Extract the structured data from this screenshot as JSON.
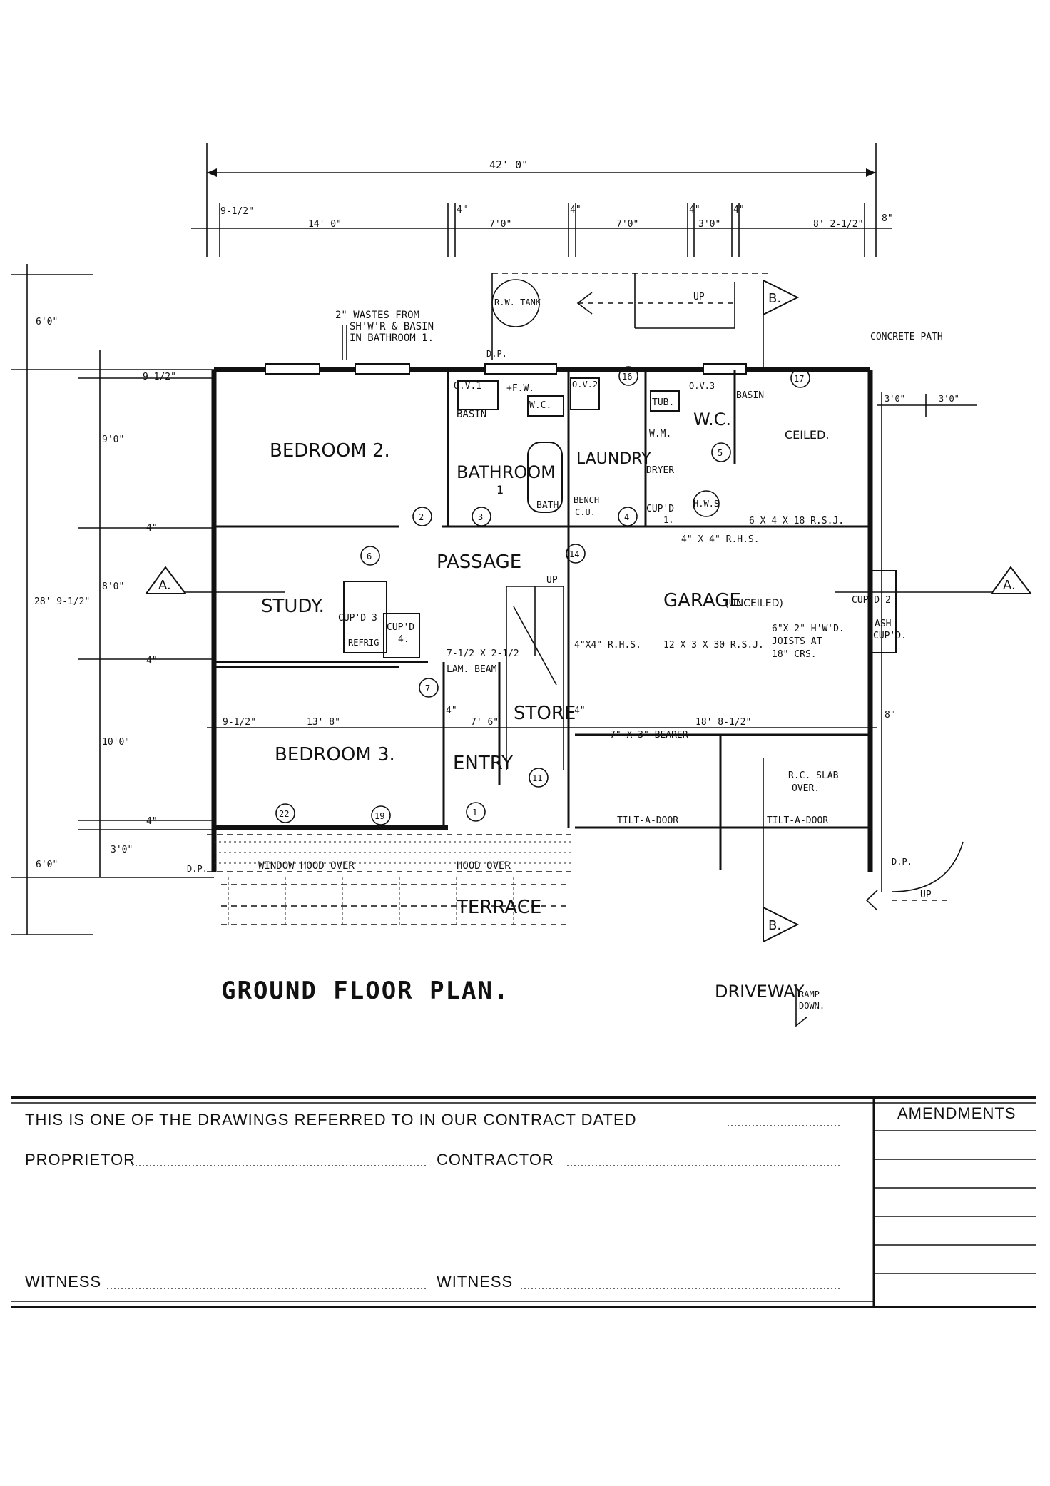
{
  "dimensions": {
    "overall_width": "42' 0\"",
    "top_segments": [
      "9-1/2\"",
      "14' 0\"",
      "4\"",
      "7'0\"",
      "4\"",
      "7'0\"",
      "4\"",
      "3'0\"",
      "4\"",
      "8' 2-1/2\"",
      "8\""
    ],
    "left_segments": [
      "6'0\"",
      "9-1/2\"",
      "9'0\"",
      "4\"",
      "8'0\"",
      "28' 9-1/2\"",
      "4\"",
      "10'0\"",
      "4\"",
      "3'0\"",
      "6'0\""
    ],
    "right_segments": [
      "3'0\"",
      "3'0\""
    ],
    "bedroom3_row": [
      "9-1/2\"",
      "13' 8\"",
      "4\"",
      "7' 6\"",
      "4\"",
      "18' 8-1/2\"",
      "8\""
    ]
  },
  "rooms": {
    "bedroom2": "BEDROOM 2.",
    "bathroom": "BATHROOM",
    "bathroom_num": "1",
    "laundry": "LAUNDRY",
    "wc": "W.C.",
    "wc2": "W.C.",
    "ceiled": "CEILED.",
    "passage": "PASSAGE",
    "study": "STUDY.",
    "garage": "GARAGE",
    "garage_note": "(UNCEILED)",
    "bedroom3": "BEDROOM 3.",
    "entry": "ENTRY",
    "store": "STORE",
    "terrace": "TERRACE"
  },
  "fixtures": {
    "rw_tank": "R.W. TANK",
    "up_top": "UP",
    "up_stair": "UP",
    "up_right": "UP",
    "concrete_path": "CONCRETE PATH",
    "wastes_note": [
      "2\" WASTES FROM",
      "SH'W'R & BASIN",
      "IN BATHROOM 1."
    ],
    "dp": "D.P.",
    "ov1": "O.V.1",
    "fw": "+F.W.",
    "wc_pan": "W.C.",
    "basin": "BASIN",
    "ov2": "O.V.2",
    "ov3": "O.V.3",
    "basin2": "BASIN",
    "bath": "BATH",
    "bench": "BENCH",
    "cu": "C.U.",
    "tub": "TUB.",
    "wm": "W.M.",
    "dryer": "DRYER",
    "cupd1": "CUP'D",
    "cupd1_num": "1.",
    "hws": "H.W.S",
    "rsj1": "6 X 4 X 18 R.S.J.",
    "rhs1": "4\" X 4\" R.H.S.",
    "rhs2": "4\"X4\" R.H.S.",
    "rsj2": "12 X 3 X 30 R.S.J.",
    "joists": [
      "6\"X 2\" H'W'D.",
      "JOISTS AT",
      "18\"   CRS."
    ],
    "cupd2": "CUP'D 2",
    "ash_cupd": [
      "ASH",
      "CUP'D."
    ],
    "cupd3": "CUP'D 3",
    "cupd4": [
      "CUP'D",
      "4."
    ],
    "refrig": "REFRIG",
    "lam_beam_size": "7-1/2 X 2-1/2",
    "lam_beam": "LAM. BEAM",
    "bearer": "7\" X 3\" BEARER",
    "rc_slab": [
      "R.C. SLAB",
      "OVER."
    ],
    "tilt_a_door1": "TILT-A-DOOR",
    "tilt_a_door2": "TILT-A-DOOR",
    "window_hood": "WINDOW HOOD OVER",
    "hood_over": "HOOD OVER",
    "driveway": "DRIVEWAY",
    "ramp_down": [
      "RAMP",
      "DOWN."
    ]
  },
  "door_numbers": [
    "16",
    "17",
    "5",
    "2",
    "3",
    "4",
    "6",
    "14",
    "7",
    "11",
    "1",
    "22",
    "19"
  ],
  "sections": {
    "a": "A.",
    "b": "B."
  },
  "title": "GROUND FLOOR PLAN.",
  "contract": {
    "line1": "THIS IS ONE OF THE DRAWINGS REFERRED TO IN OUR CONTRACT DATED",
    "proprietor": "PROPRIETOR",
    "contractor": "CONTRACTOR",
    "witness1": "WITNESS",
    "witness2": "WITNESS",
    "amendments": "AMENDMENTS"
  },
  "colors": {
    "ink": "#111111",
    "paper": "#ffffff"
  }
}
